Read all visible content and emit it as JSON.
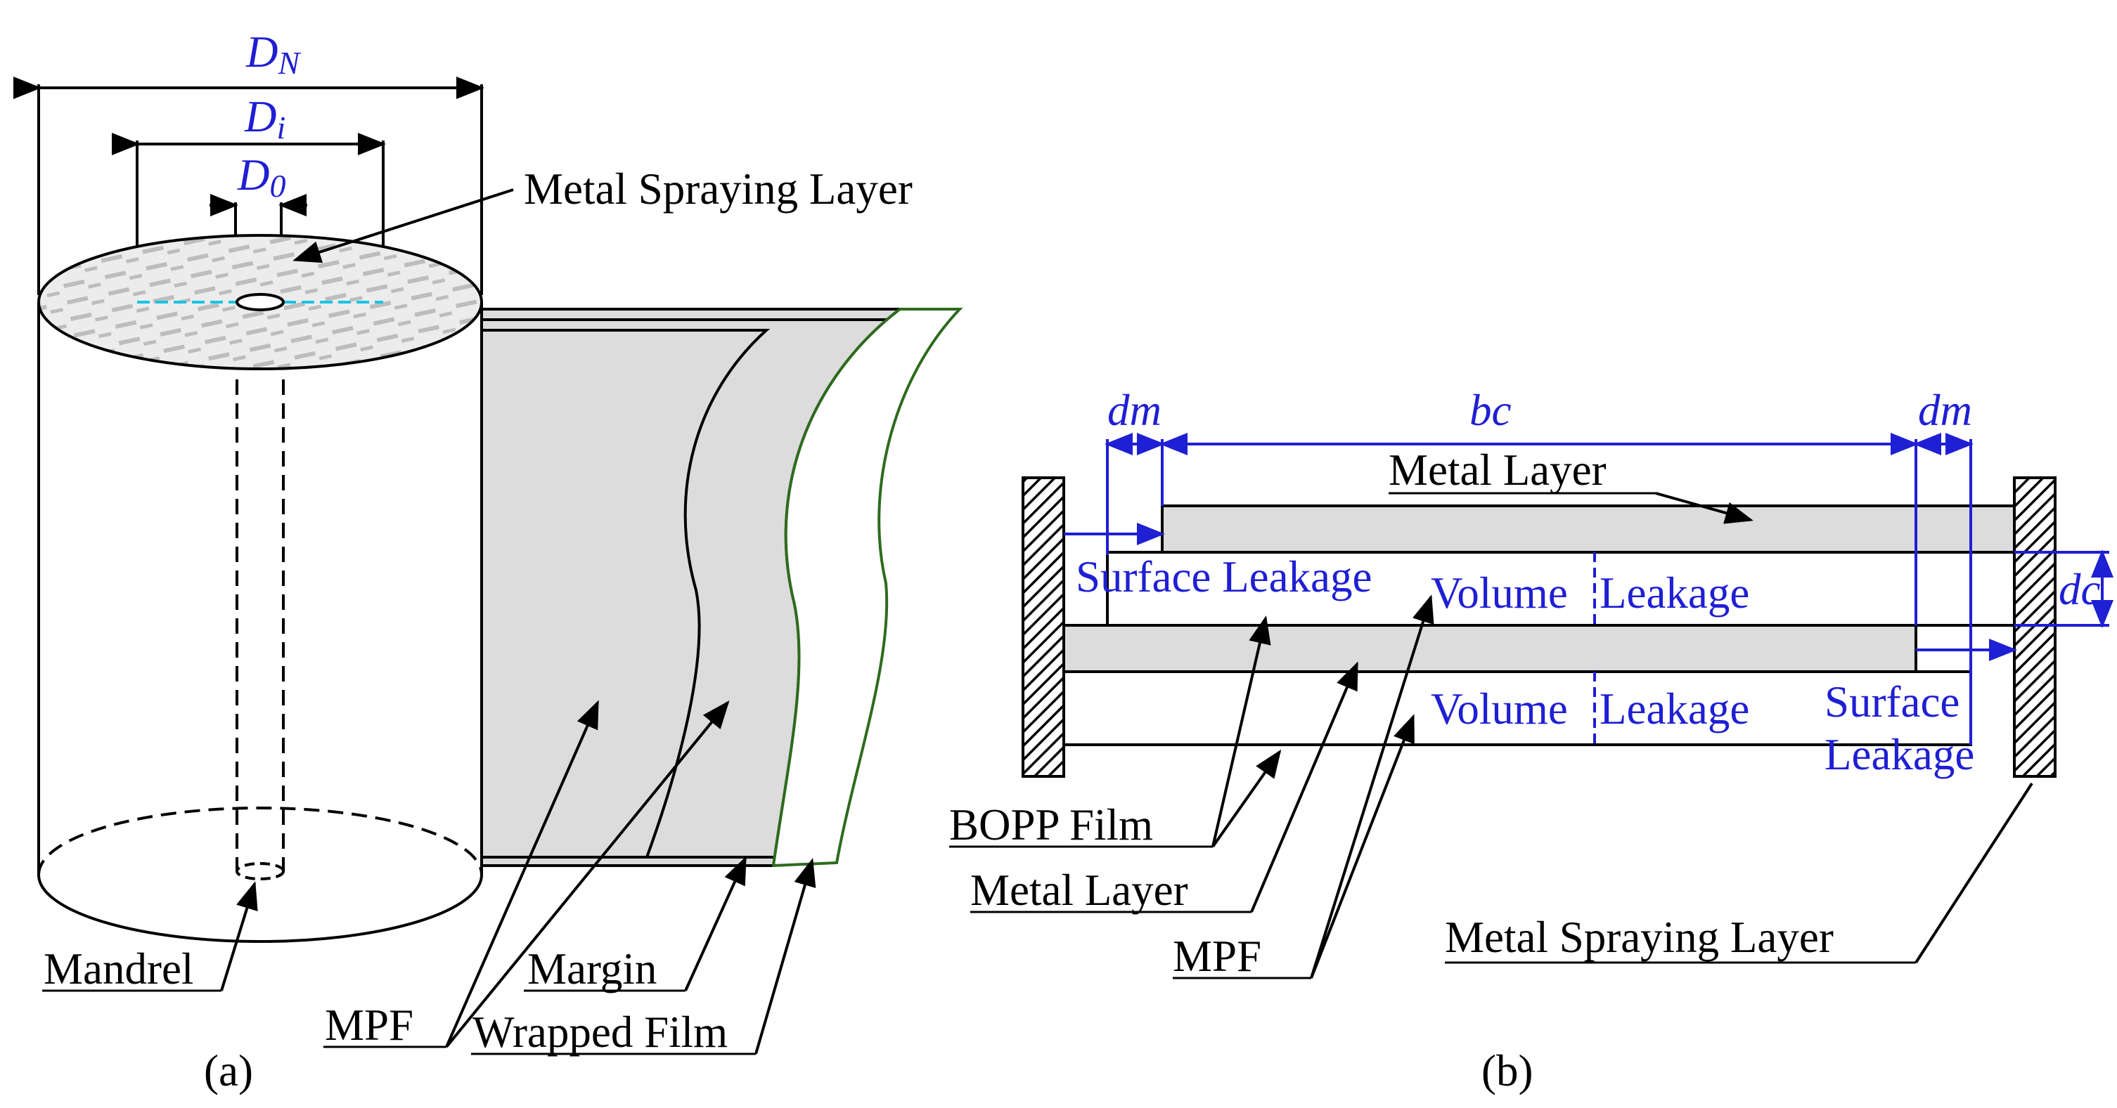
{
  "panel_a": {
    "dimension_labels": {
      "outer_diameter": {
        "main": "D",
        "sub": "N"
      },
      "inner_diameter": {
        "main": "D",
        "sub": "i"
      },
      "core_diameter": {
        "main": "D",
        "sub": "0"
      }
    },
    "labels": {
      "metal_spraying_layer": "Metal Spraying Layer",
      "mandrel": "Mandrel",
      "mpf": "MPF",
      "margin": "Margin",
      "wrapped_film": "Wrapped Film"
    },
    "caption": "(a)"
  },
  "panel_b": {
    "dimension_labels": {
      "dm_left": "dm",
      "bc": "bc",
      "dm_right": "dm",
      "dc": "dc"
    },
    "labels": {
      "metal_layer_top": "Metal Layer",
      "surface_leakage_upper": "Surface Leakage",
      "volume_leakage_upper_1": "Volume",
      "volume_leakage_upper_2": "Leakage",
      "volume_leakage_lower_1": "Volume",
      "volume_leakage_lower_2": "Leakage",
      "surface_leakage_lower_1": "Surface",
      "surface_leakage_lower_2": "Leakage",
      "bopp_film": "BOPP Film",
      "metal_layer_bottom": "Metal Layer",
      "mpf": "MPF",
      "metal_spraying_layer": "Metal Spraying Layer"
    },
    "caption": "(b)"
  },
  "colors": {
    "dimension_blue": "#1f1fd4",
    "film_gray": "#dcdcdc",
    "film_edge_green": "#2e6b1e",
    "spray_speckle": "#bdbdbd",
    "center_line_cyan": "#19c4e6"
  }
}
